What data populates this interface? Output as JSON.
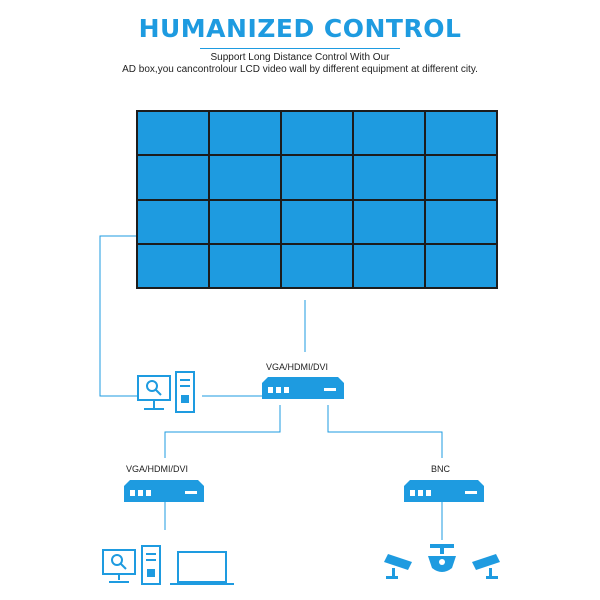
{
  "header": {
    "title": "HUMANIZED CONTROL",
    "subtitle_line1": "Support Long Distance Control With Our",
    "subtitle_line2": "AD box,you cancontrolour LCD video wall by different equipment at different city."
  },
  "video_wall": {
    "rows": 4,
    "cols": 5
  },
  "labels": {
    "main_box": "VGA/HDMI/DVI",
    "left_box": "VGA/HDMI/DVI",
    "right_box": "BNC"
  },
  "colors": {
    "accent": "#1e9be0",
    "frame": "#1c1c1c"
  },
  "icons": [
    "computer-icon",
    "controller-box-icon",
    "laptop-icon",
    "cctv-camera-icon",
    "dome-camera-icon"
  ]
}
